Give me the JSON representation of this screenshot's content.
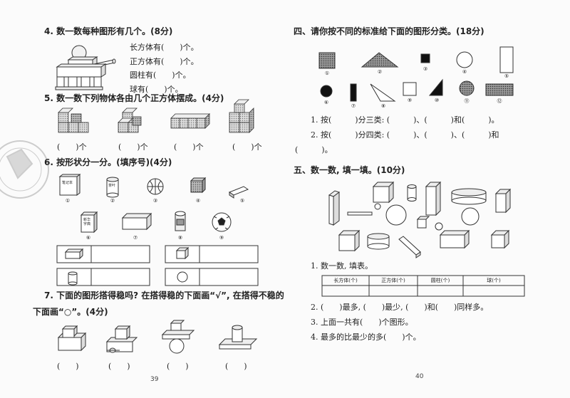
{
  "left": {
    "q4": {
      "title": "4. 数一数每种图形有几个。(8分)",
      "lines": [
        "长方体有(　　)个。",
        "正方体有(　　)个。",
        "圆柱有(　　)个。",
        "球有(　　)个。"
      ]
    },
    "q5": {
      "title": "5. 数一数下列物体各由几个正方体摆成。(4分)",
      "answers": [
        "(　　)个",
        "(　　)个",
        "(　　)个",
        "(　　)个"
      ]
    },
    "q6": {
      "title": "6. 按形状分一分。(填序号)(4分)",
      "labels": [
        "①",
        "②",
        "③",
        "④",
        "⑤",
        "⑥",
        "⑦",
        "⑧",
        "⑨"
      ],
      "book": "笔记本",
      "tea": "茶叶",
      "dict": "新华字典"
    },
    "q7": {
      "line1": "7. 下面的图形搭得稳吗? 在搭得稳的下面画“√”, 在搭得不稳的",
      "line2": "下面画“○”。(4分)",
      "answers": [
        "(　　)",
        "(　　)",
        "(　　)",
        "(　　)"
      ]
    },
    "page_number": "39"
  },
  "right": {
    "q4": {
      "title": "四、请你按不同的标准给下面的图形分类。(18分)",
      "labels": [
        "①",
        "②",
        "③",
        "④",
        "⑤",
        "⑥",
        "⑦",
        "⑧",
        "⑨",
        "⑩",
        "⑪",
        "⑫"
      ],
      "line1": "1. 按(　　　)分三类: (　　　)、(　　　)和(　　　)。",
      "line2": "2. 按(　　　)分四类: (　　　)、(　　　)、(　　　)和",
      "line3": "(　　　)。"
    },
    "q5": {
      "title": "五、数一数, 填一填。(10分)",
      "sub1": "1. 数一数, 填表。",
      "table_headers": [
        "长方体(个)",
        "正方体(个)",
        "圆柱(个)",
        "球(个)"
      ],
      "sub2": "2. (　　)最多, (　　)最少, (　　)和(　　)同样多。",
      "sub3": "3. 上面一共有(　　)个图形。",
      "sub4": "4. 最多的比最少的多(　　)个。"
    },
    "page_number": "40"
  }
}
